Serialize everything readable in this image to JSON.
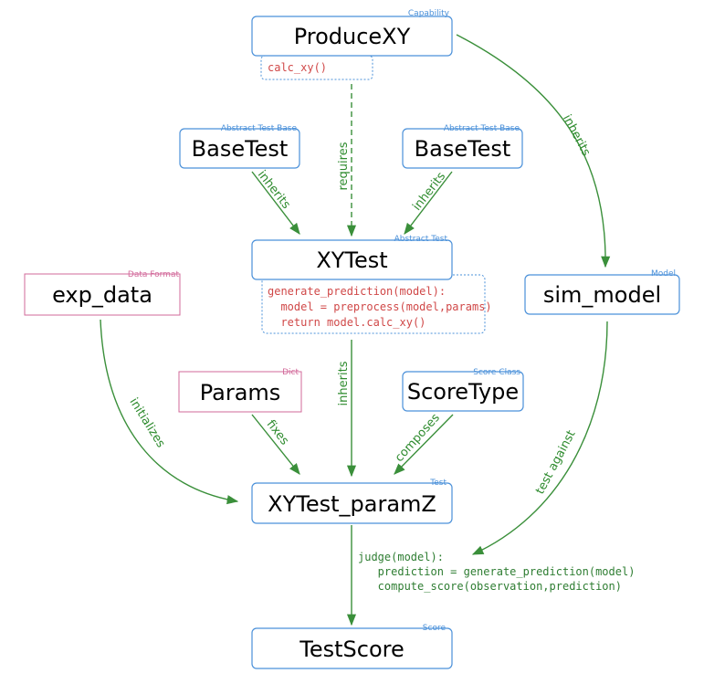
{
  "colors": {
    "blue": "#4a90d9",
    "pink": "#d2699a",
    "green": "#3a8f3a",
    "red_code": "#d04848",
    "green_code": "#2e7d32"
  },
  "nodes": {
    "producexy": {
      "title": "ProduceXY",
      "tag": "Capability"
    },
    "basetest_left": {
      "title": "BaseTest",
      "tag": "Abstract Test Base"
    },
    "basetest_right": {
      "title": "BaseTest",
      "tag": "Abstract Test Base"
    },
    "xytest": {
      "title": "XYTest",
      "tag": "Abstract Test"
    },
    "exp_data": {
      "title": "exp_data",
      "tag": "Data Format"
    },
    "sim_model": {
      "title": "sim_model",
      "tag": "Model"
    },
    "params": {
      "title": "Params",
      "tag": "Dict"
    },
    "scoretype": {
      "title": "ScoreType",
      "tag": "Score Class"
    },
    "xytest_paramz": {
      "title": "XYTest_paramZ",
      "tag": "Test"
    },
    "testscore": {
      "title": "TestScore",
      "tag": "Score"
    }
  },
  "code": {
    "producexy": [
      "calc_xy()"
    ],
    "xytest": [
      "generate_prediction(model):",
      "  model = preprocess(model,params)",
      "  return model.calc_xy()"
    ],
    "judge": [
      "judge(model):",
      "   prediction = generate_prediction(model)",
      "   compute_score(observation,prediction)"
    ]
  },
  "edges": {
    "requires": "requires",
    "inherits_right": "inherits",
    "inherits_basetest_left": "inherits",
    "inherits_basetest_right": "inherits",
    "inherits_center": "inherits",
    "initializes": "initializes",
    "fixes": "fixes",
    "composes": "composes",
    "test_against": "test against"
  }
}
